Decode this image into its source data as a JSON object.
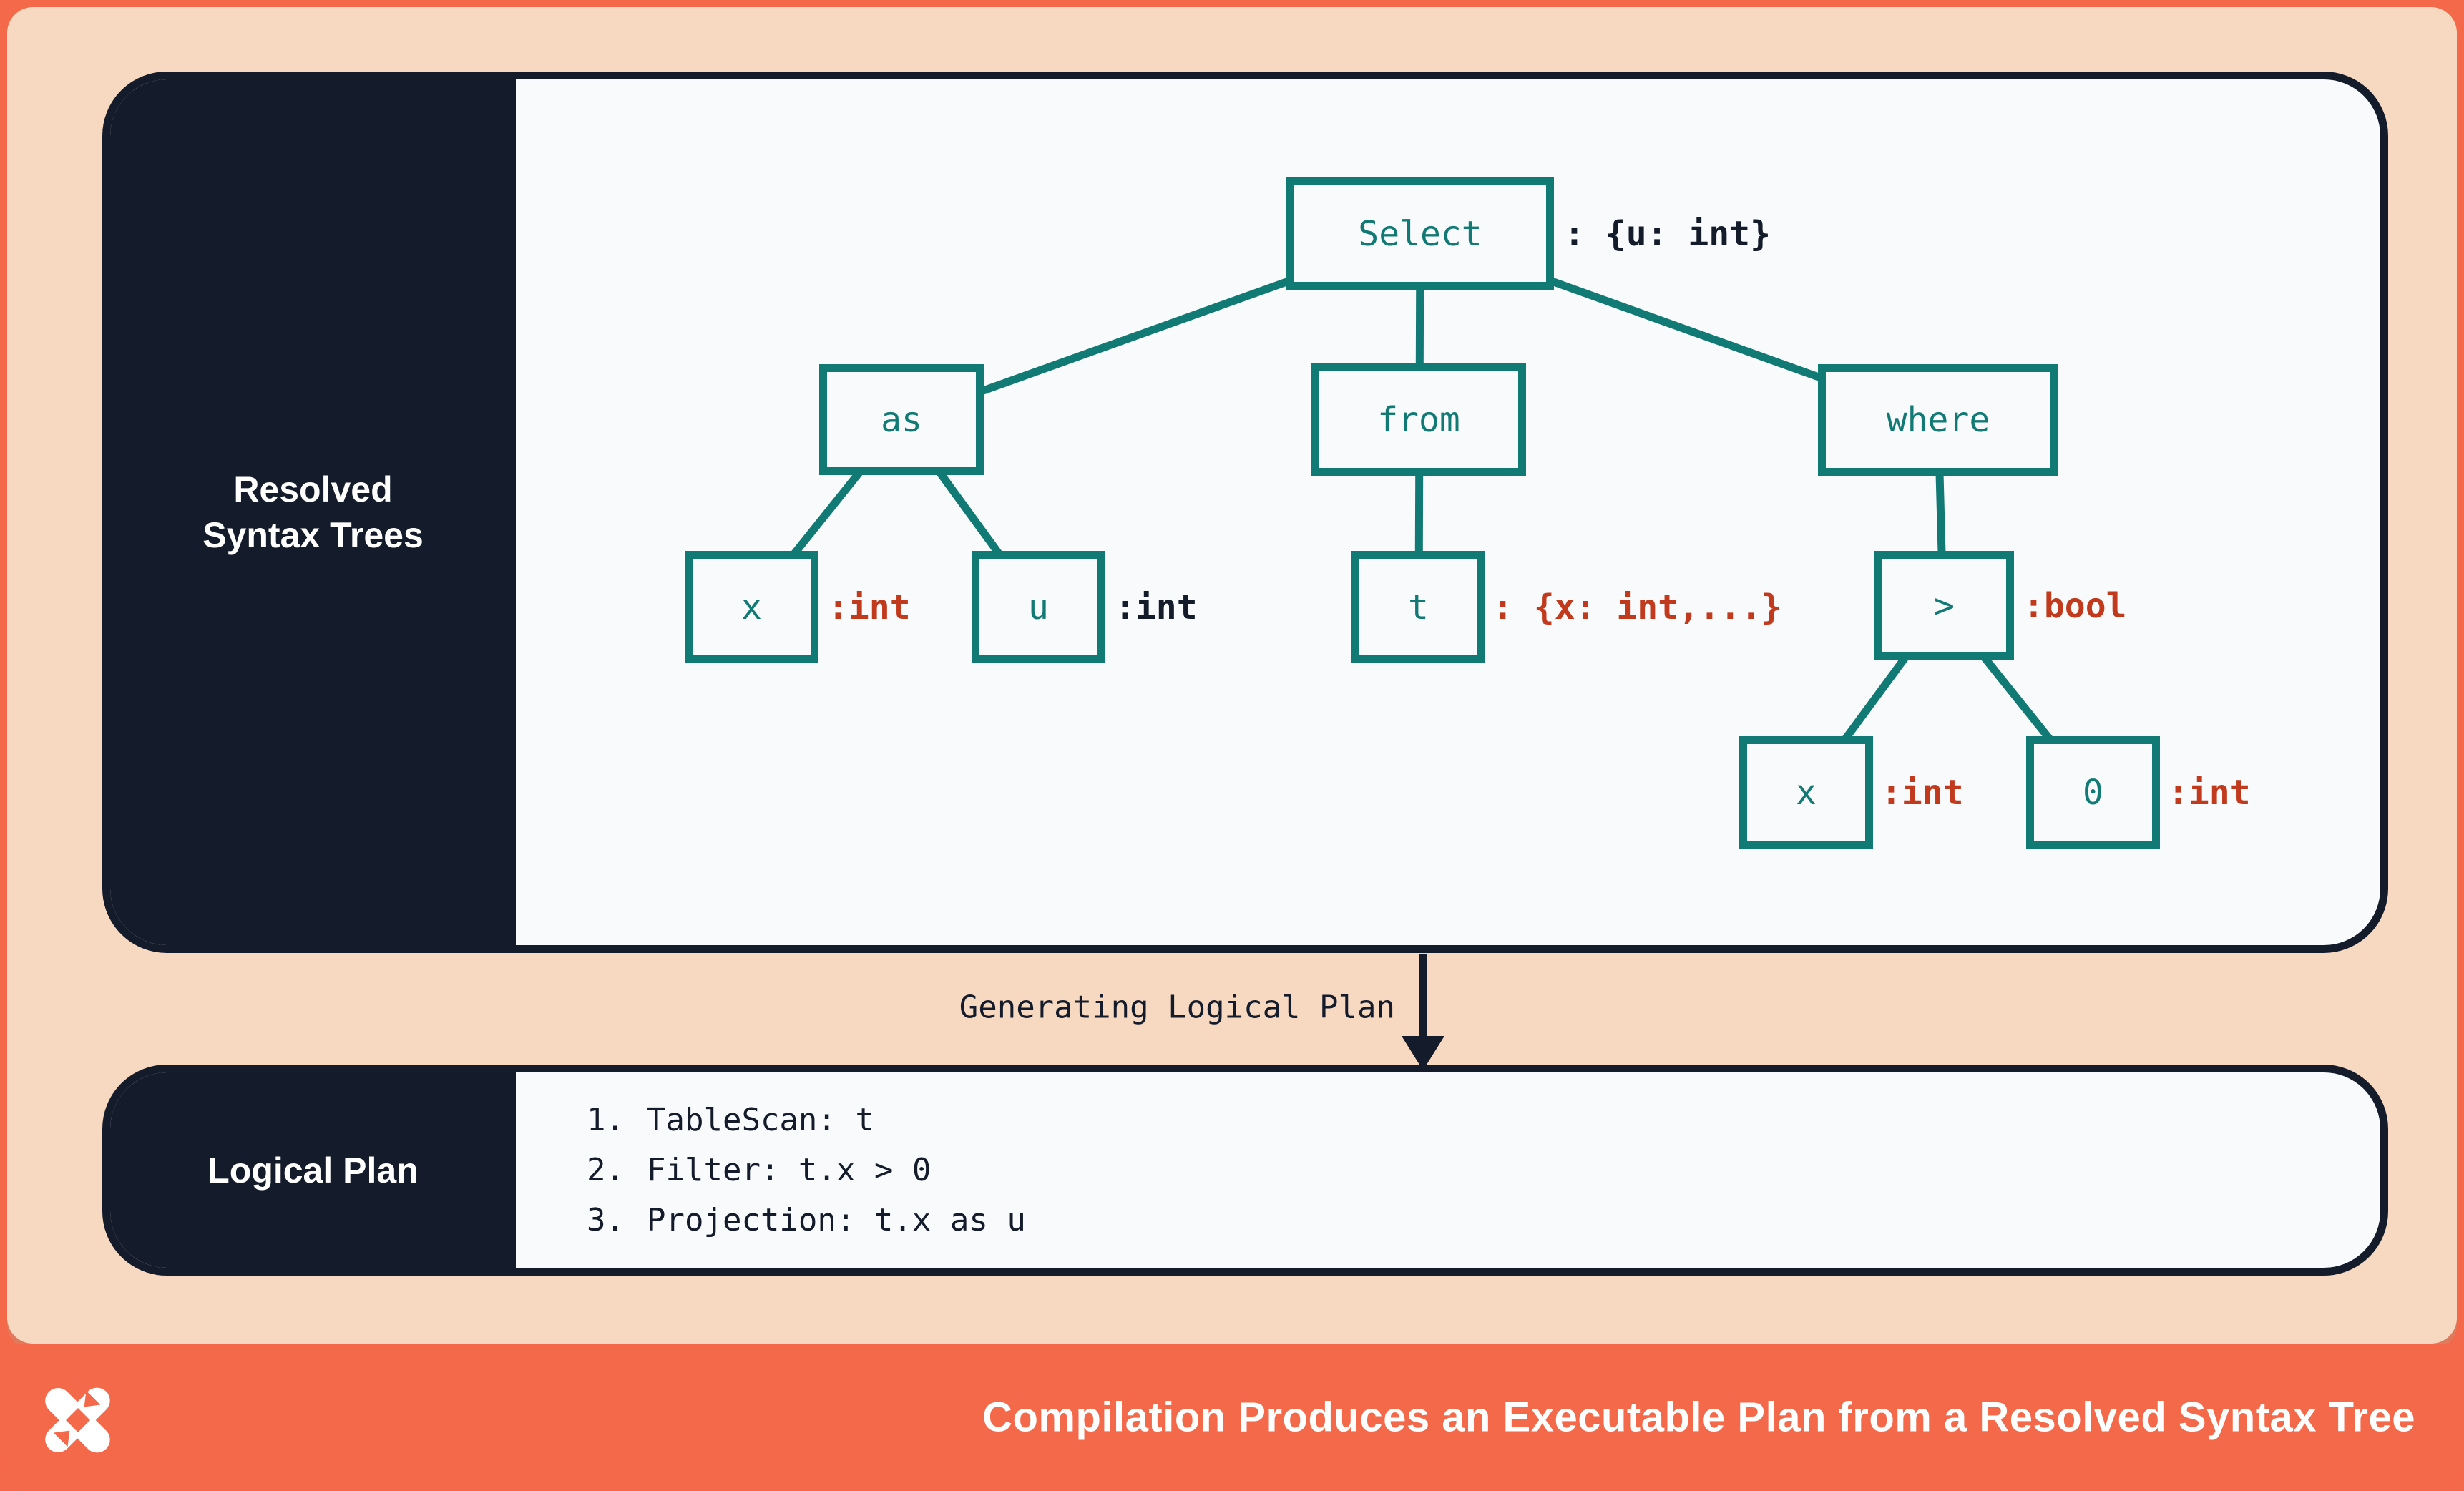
{
  "colors": {
    "orange": "#f5694b",
    "orange-shade": "#e07a5c",
    "peach": "#f7d9c1",
    "navy": "#141b2b",
    "teal": "#127a75",
    "red": "#c23a1d",
    "card-bg": "#f9fafb",
    "white": "#ffffff"
  },
  "resolved_card": {
    "sidebar_label_line1": "Resolved",
    "sidebar_label_line2": "Syntax Trees",
    "tree": {
      "select": {
        "label": "Select",
        "annotation": ": {u: int}",
        "annotation_color": "navy"
      },
      "as": {
        "label": "as"
      },
      "from": {
        "label": "from"
      },
      "where": {
        "label": "where"
      },
      "x_as": {
        "label": "x",
        "annotation": ":int",
        "annotation_color": "red"
      },
      "u_as": {
        "label": "u",
        "annotation": ":int",
        "annotation_color": "navy"
      },
      "t": {
        "label": "t",
        "annotation": ": {x: int,...}",
        "annotation_color": "red"
      },
      "gt": {
        "label": ">",
        "annotation": ":bool",
        "annotation_color": "red"
      },
      "x_gt": {
        "label": "x",
        "annotation": ":int",
        "annotation_color": "red"
      },
      "zero": {
        "label": "0",
        "annotation": ":int",
        "annotation_color": "red"
      }
    }
  },
  "transition": {
    "label": "Generating Logical Plan"
  },
  "logical_plan_card": {
    "sidebar_label": "Logical Plan",
    "steps": [
      {
        "num": "1.",
        "text": "TableScan: t"
      },
      {
        "num": "2.",
        "text": "Filter: t.x > 0"
      },
      {
        "num": "3.",
        "text": "Projection: t.x as u"
      }
    ]
  },
  "footer": {
    "logo": "pinwheel-x-logo",
    "title": "Compilation Produces an Executable Plan from a Resolved Syntax Tree"
  }
}
